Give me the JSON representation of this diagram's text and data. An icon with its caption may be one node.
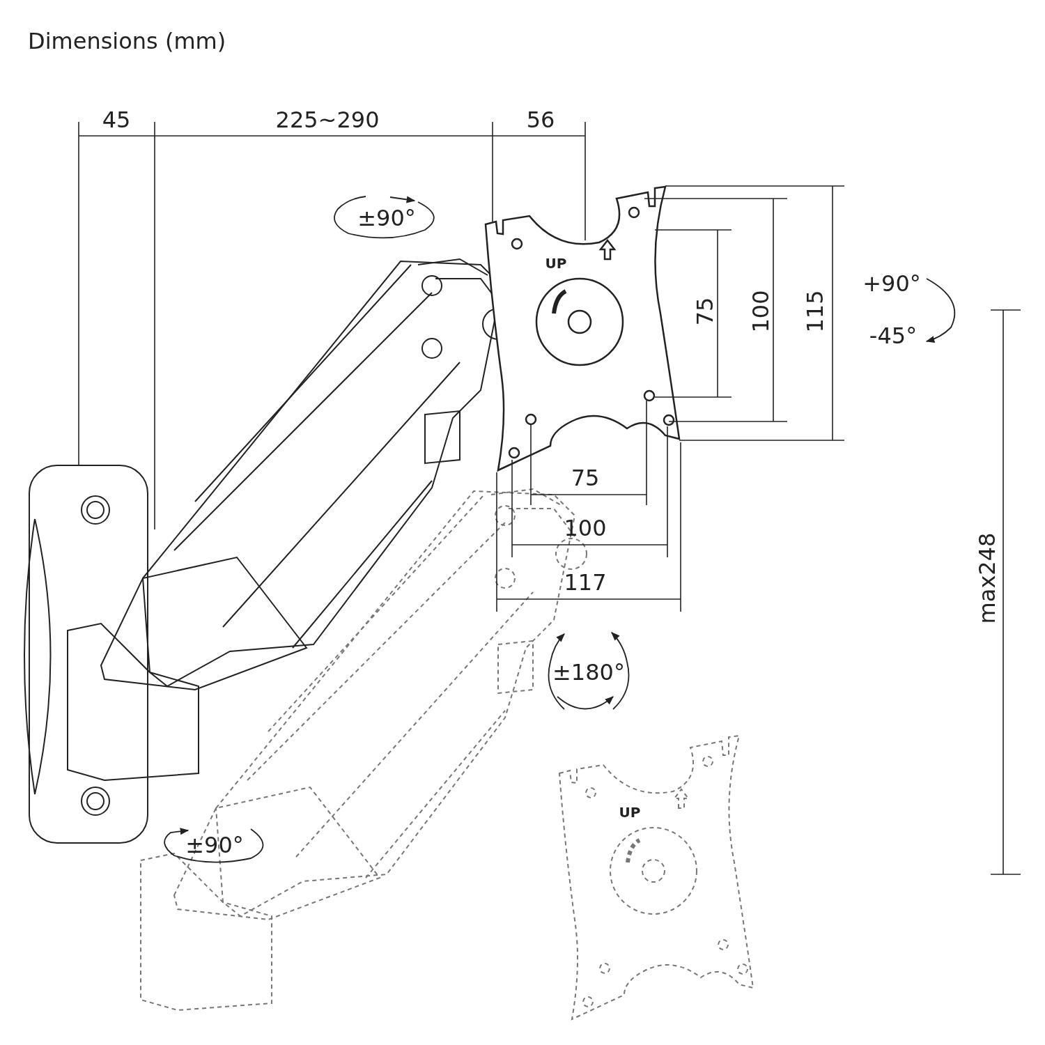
{
  "diagram": {
    "title": "Dimensions (mm)",
    "labels": [
      "45",
      "225~290",
      "56",
      "±90°",
      "UP",
      "75",
      "100",
      "115",
      "+90°",
      "-45°",
      "75",
      "100",
      "117",
      "max248",
      "±180°",
      "UP",
      "±90°"
    ]
  }
}
